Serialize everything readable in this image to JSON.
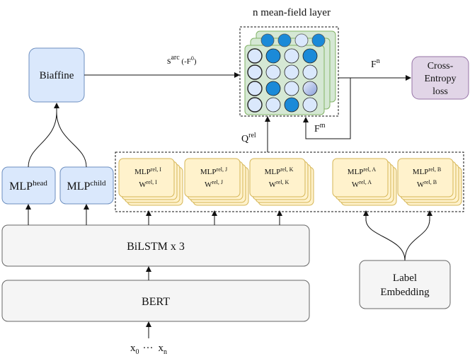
{
  "title": "n mean-field  layer",
  "blocks": {
    "biaffine": "Biaffine",
    "mlp_head": {
      "base": "MLP",
      "sup": "head"
    },
    "mlp_child": {
      "base": "MLP",
      "sup": "child"
    },
    "bilstm": "BiLSTM x 3",
    "bert": "BERT",
    "cross_entropy": [
      "Cross-",
      "Entropy",
      "loss"
    ],
    "label_embedding": [
      "Label",
      "Embedding"
    ]
  },
  "rel_cards": [
    {
      "mlp": "MLP",
      "mlp_sup": "rel, I",
      "w": "W",
      "w_sup": "rel, I"
    },
    {
      "mlp": "MLP",
      "mlp_sup": "rel, J",
      "w": "W",
      "w_sup": "rel, J"
    },
    {
      "mlp": "MLP",
      "mlp_sup": "rel, K",
      "w": "W",
      "w_sup": "rel, K"
    },
    {
      "mlp": "MLP",
      "mlp_sup": "rel, A",
      "w": "W",
      "w_sup": "rel, A"
    },
    {
      "mlp": "MLP",
      "mlp_sup": "rel, B",
      "w": "W",
      "w_sup": "rel, B"
    }
  ],
  "labels": {
    "s_arc": {
      "base": "s",
      "sup": "arc",
      "rest": " (-F",
      "rest_sup": "0",
      "close": ")"
    },
    "q_rel": {
      "base": "Q",
      "sup": "rel"
    },
    "f_n": {
      "base": "F",
      "sup": "n"
    },
    "f_m": {
      "base": "F",
      "sup": "m"
    },
    "inputs": {
      "x0": "x",
      "x0_sub": "0",
      "dots": "···",
      "xn": "x",
      "xn_sub": "n"
    }
  },
  "colors": {
    "blue_box": "#dae8fc",
    "blue_border": "#6c8ebf",
    "gray_box": "#f5f5f5",
    "gray_border": "#666666",
    "yellow_box": "#fff2cc",
    "yellow_border": "#d6b656",
    "purple_box": "#e1d5e7",
    "purple_border": "#9673a6",
    "green_layer": "#d5e8d4",
    "green_border": "#82b366",
    "node_light": "#dae8fc",
    "node_dark": "#1b8ad8"
  }
}
